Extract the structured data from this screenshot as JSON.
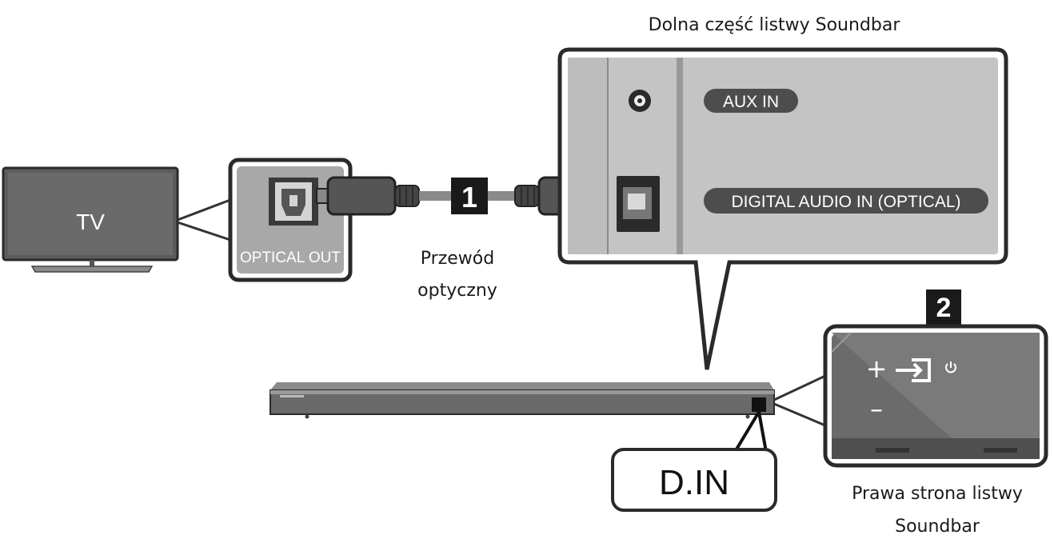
{
  "top_caption": "Dolna część listwy Soundbar",
  "tv": {
    "label": "TV"
  },
  "tv_port": {
    "label": "OPTICAL OUT"
  },
  "cable": {
    "step": "1",
    "label_line1": "Przewód",
    "label_line2": "optyczny"
  },
  "soundbar_panel": {
    "aux_label": "AUX IN",
    "optical_label": "DIGITAL AUDIO IN (OPTICAL)"
  },
  "soundbar": {
    "display_label": "D.IN"
  },
  "right_side": {
    "step": "2",
    "caption_line1": "Prawa strona listwy",
    "caption_line2": "Soundbar",
    "plus": "+",
    "minus": "–"
  }
}
